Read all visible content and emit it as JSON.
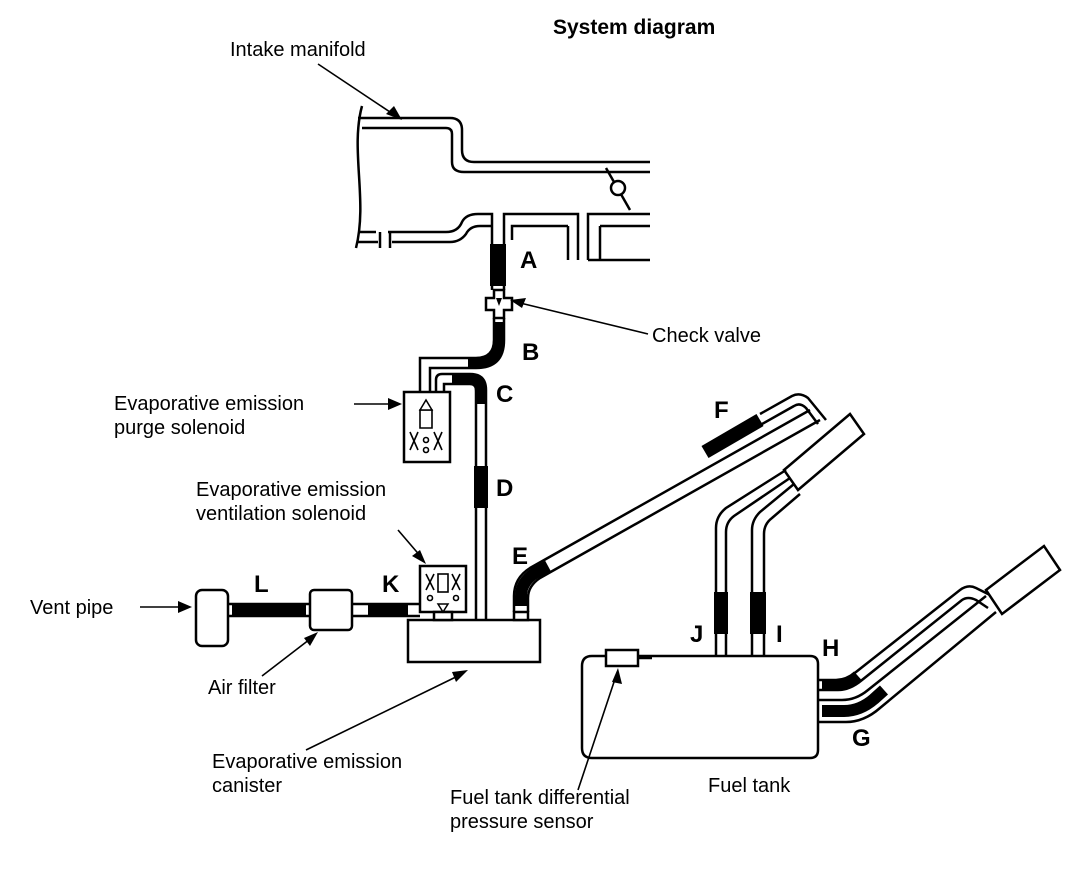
{
  "title": "System diagram",
  "labels": {
    "intake_manifold": "Intake manifold",
    "check_valve": "Check valve",
    "purge_solenoid_line1": "Evaporative emission",
    "purge_solenoid_line2": "purge solenoid",
    "ventilation_solenoid_line1": "Evaporative emission",
    "ventilation_solenoid_line2": "ventilation solenoid",
    "vent_pipe": "Vent pipe",
    "air_filter": "Air filter",
    "canister_line1": "Evaporative emission",
    "canister_line2": "canister",
    "pressure_sensor_line1": "Fuel tank differential",
    "pressure_sensor_line2": "pressure sensor",
    "fuel_tank": "Fuel tank"
  },
  "hoses": {
    "A": "A",
    "B": "B",
    "C": "C",
    "D": "D",
    "E": "E",
    "F": "F",
    "G": "G",
    "H": "H",
    "I": "I",
    "J": "J",
    "K": "K",
    "L": "L"
  },
  "colors": {
    "ink": "#000000",
    "background": "#ffffff"
  }
}
